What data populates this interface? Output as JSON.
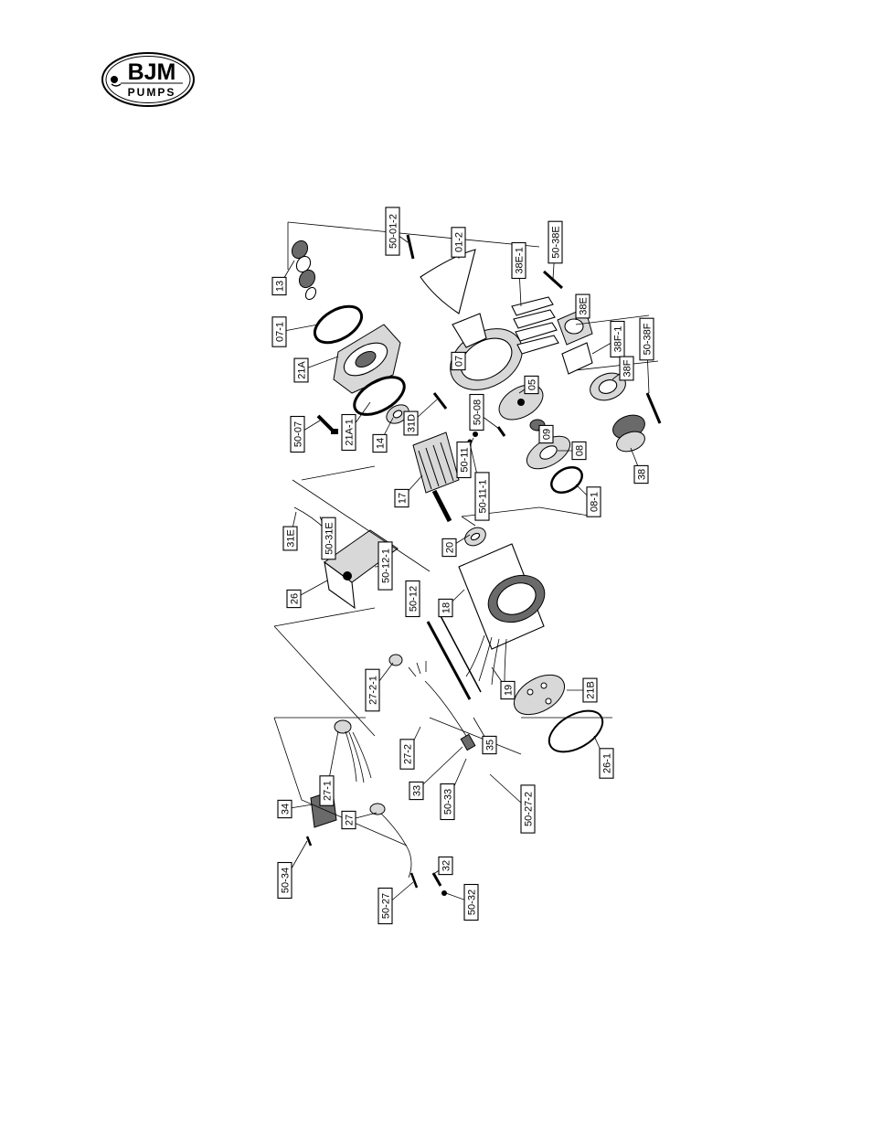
{
  "logo": {
    "brand": "BJM",
    "sub": "PUMPS"
  },
  "labels": [
    {
      "id": "50-01-2",
      "text": "50-01-2"
    },
    {
      "id": "01-2",
      "text": "01-2"
    },
    {
      "id": "13",
      "text": "13"
    },
    {
      "id": "07-1",
      "text": "07-1"
    },
    {
      "id": "21A",
      "text": "21A"
    },
    {
      "id": "07",
      "text": "07"
    },
    {
      "id": "38E-1",
      "text": "38E-1"
    },
    {
      "id": "50-38E",
      "text": "50-38E"
    },
    {
      "id": "38E",
      "text": "38E"
    },
    {
      "id": "05",
      "text": "05"
    },
    {
      "id": "38F-1",
      "text": "38F-1"
    },
    {
      "id": "50-38F",
      "text": "50-38F"
    },
    {
      "id": "38F",
      "text": "38F"
    },
    {
      "id": "50-07",
      "text": "50-07"
    },
    {
      "id": "21A-1",
      "text": "21A-1"
    },
    {
      "id": "31D",
      "text": "31D"
    },
    {
      "id": "50-08",
      "text": "50-08"
    },
    {
      "id": "09",
      "text": "09"
    },
    {
      "id": "08",
      "text": "08"
    },
    {
      "id": "14",
      "text": "14"
    },
    {
      "id": "50-11",
      "text": "50-11"
    },
    {
      "id": "50-11-1",
      "text": "50-11-1"
    },
    {
      "id": "08-1",
      "text": "08-1"
    },
    {
      "id": "38",
      "text": "38"
    },
    {
      "id": "17",
      "text": "17"
    },
    {
      "id": "31E",
      "text": "31E"
    },
    {
      "id": "50-31E",
      "text": "50-31E"
    },
    {
      "id": "50-12-1",
      "text": "50-12-1"
    },
    {
      "id": "20",
      "text": "20"
    },
    {
      "id": "26",
      "text": "26"
    },
    {
      "id": "50-12",
      "text": "50-12"
    },
    {
      "id": "18",
      "text": "18"
    },
    {
      "id": "27-2-1",
      "text": "27-2-1"
    },
    {
      "id": "19",
      "text": "19"
    },
    {
      "id": "21B",
      "text": "21B"
    },
    {
      "id": "27-2",
      "text": "27-2"
    },
    {
      "id": "35",
      "text": "35"
    },
    {
      "id": "26-1",
      "text": "26-1"
    },
    {
      "id": "27-1",
      "text": "27-1"
    },
    {
      "id": "33",
      "text": "33"
    },
    {
      "id": "50-33",
      "text": "50-33"
    },
    {
      "id": "50-27-2",
      "text": "50-27-2"
    },
    {
      "id": "34",
      "text": "34"
    },
    {
      "id": "27",
      "text": "27"
    },
    {
      "id": "32",
      "text": "32"
    },
    {
      "id": "50-34",
      "text": "50-34"
    },
    {
      "id": "50-27",
      "text": "50-27"
    },
    {
      "id": "50-32",
      "text": "50-32"
    }
  ]
}
